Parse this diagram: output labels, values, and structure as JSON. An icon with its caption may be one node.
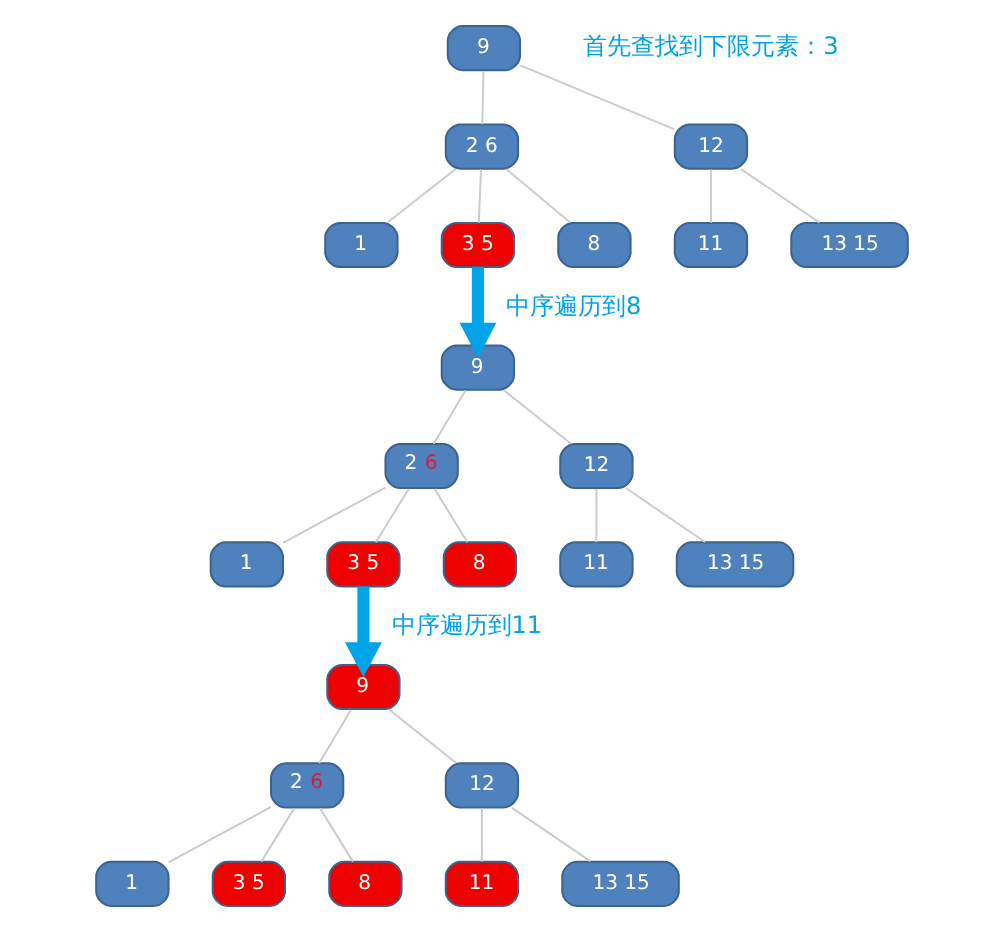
{
  "diagram": {
    "nodes": [
      {
        "text": [
          "9"
        ]
      },
      {
        "text": [
          "2 6"
        ]
      },
      {
        "text": [
          "12"
        ]
      },
      {
        "text": [
          "1"
        ]
      },
      {
        "text": [
          "3 5"
        ]
      },
      {
        "text": [
          "8"
        ]
      },
      {
        "text": [
          "11"
        ]
      },
      {
        "text": [
          "13 15"
        ]
      },
      {
        "text": [
          "9"
        ]
      },
      {
        "text": [
          "2 6"
        ]
      },
      {
        "text": [
          "12"
        ]
      },
      {
        "text": [
          "1"
        ]
      },
      {
        "text": [
          "3 5"
        ]
      },
      {
        "text": [
          "8"
        ]
      },
      {
        "text": [
          "11"
        ]
      },
      {
        "text": [
          "13 15"
        ]
      },
      {
        "text": [
          "9"
        ]
      },
      {
        "text": [
          "2 6"
        ]
      },
      {
        "text": [
          "12"
        ]
      },
      {
        "text": [
          "1"
        ]
      },
      {
        "text": [
          "3 5"
        ]
      },
      {
        "text": [
          "8"
        ]
      },
      {
        "text": [
          "11"
        ]
      },
      {
        "text": [
          "13 15"
        ]
      }
    ],
    "edges": [
      {
        "from": 0,
        "to": 1,
        "arrow": "none"
      },
      {
        "from": 0,
        "to": 2,
        "arrow": "none"
      },
      {
        "from": 1,
        "to": 3,
        "arrow": "none"
      },
      {
        "from": 1,
        "to": 4,
        "arrow": "none"
      },
      {
        "from": 1,
        "to": 5,
        "arrow": "none"
      },
      {
        "from": 2,
        "to": 6,
        "arrow": "none"
      },
      {
        "from": 2,
        "to": 7,
        "arrow": "none"
      },
      {
        "from": 4,
        "to": 8,
        "arrow": "to",
        "label": "中序遍历到8",
        "style": "thick",
        "color": "#00a2e8"
      },
      {
        "from": 8,
        "to": 9,
        "arrow": "none"
      },
      {
        "from": 8,
        "to": 10,
        "arrow": "none"
      },
      {
        "from": 9,
        "to": 11,
        "arrow": "none"
      },
      {
        "from": 9,
        "to": 12,
        "arrow": "none"
      },
      {
        "from": 9,
        "to": 13,
        "arrow": "none"
      },
      {
        "from": 10,
        "to": 14,
        "arrow": "none"
      },
      {
        "from": 10,
        "to": 15,
        "arrow": "none"
      },
      {
        "from": 12,
        "to": 16,
        "arrow": "to",
        "label": "中序遍历到11",
        "style": "thick",
        "color": "#00a2e8"
      },
      {
        "from": 16,
        "to": 17,
        "arrow": "none"
      },
      {
        "from": 16,
        "to": 18,
        "arrow": "none"
      },
      {
        "from": 17,
        "to": 19,
        "arrow": "none"
      },
      {
        "from": 17,
        "to": 20,
        "arrow": "none"
      },
      {
        "from": 17,
        "to": 21,
        "arrow": "none"
      },
      {
        "from": 18,
        "to": 22,
        "arrow": "none"
      },
      {
        "from": 18,
        "to": 23,
        "arrow": "none"
      }
    ],
    "labels": [
      "首先查找到下限元素：3"
    ]
  }
}
